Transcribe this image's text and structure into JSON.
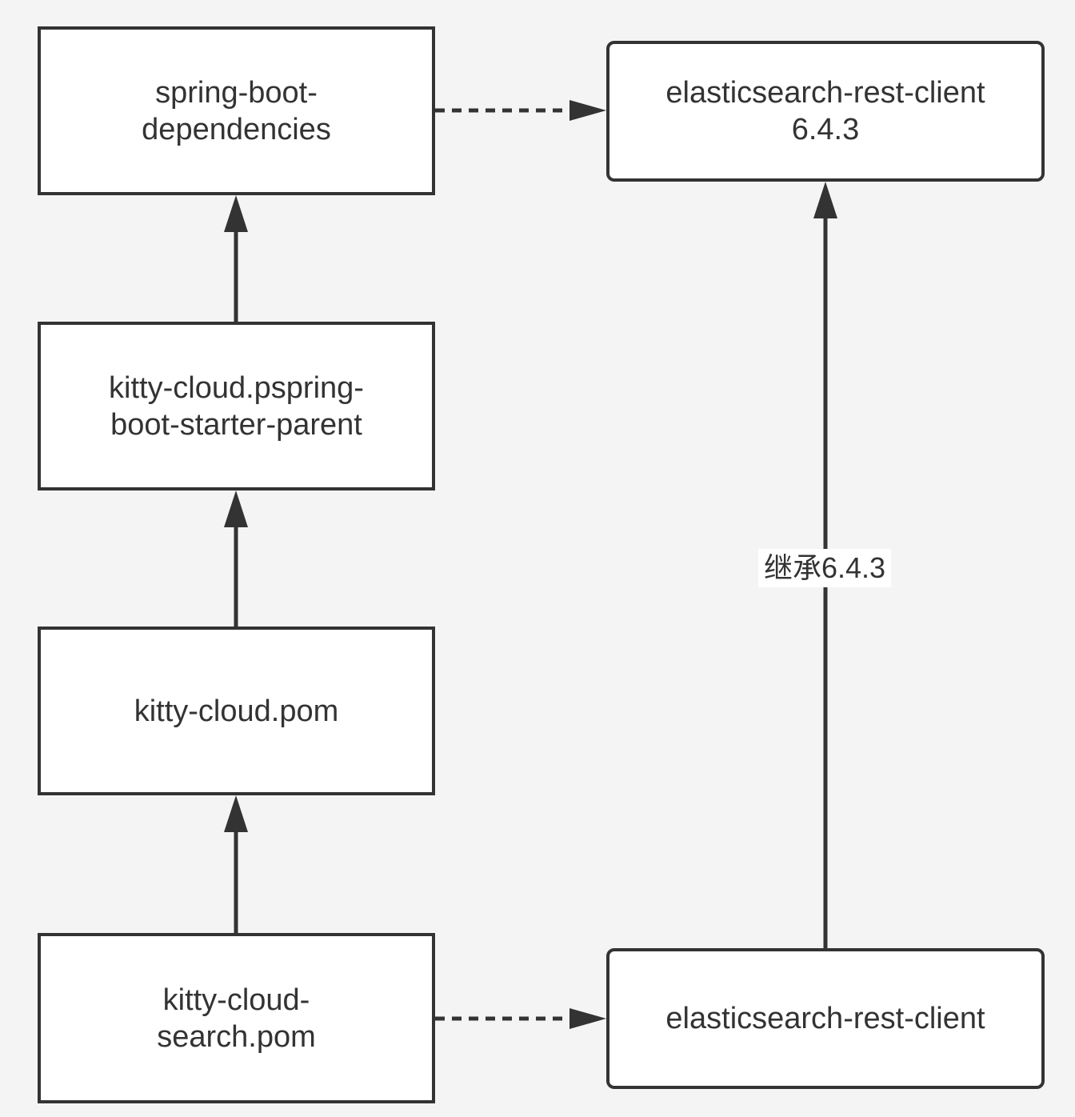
{
  "colors": {
    "background": "#f4f4f4",
    "node_fill": "#ffffff",
    "stroke": "#333333",
    "text": "#333333"
  },
  "nodes": {
    "spring_boot_dependencies": "spring-boot-\ndependencies",
    "kitty_cloud_parent": "kitty-cloud.pspring-\nboot-starter-parent",
    "kitty_cloud_pom": "kitty-cloud.pom",
    "kitty_cloud_search_pom": "kitty-cloud-\nsearch.pom",
    "elasticsearch_643": "elasticsearch-rest-client\n6.4.3",
    "elasticsearch_client": "elasticsearch-rest-client"
  },
  "edges": [
    {
      "from": "kitty_cloud_parent",
      "to": "spring_boot_dependencies",
      "style": "solid"
    },
    {
      "from": "kitty_cloud_pom",
      "to": "kitty_cloud_parent",
      "style": "solid"
    },
    {
      "from": "kitty_cloud_search_pom",
      "to": "kitty_cloud_pom",
      "style": "solid"
    },
    {
      "from": "spring_boot_dependencies",
      "to": "elasticsearch_643",
      "style": "dashed"
    },
    {
      "from": "kitty_cloud_search_pom",
      "to": "elasticsearch_client",
      "style": "dashed"
    },
    {
      "from": "elasticsearch_client",
      "to": "elasticsearch_643",
      "style": "solid",
      "label": "继承6.4.3"
    }
  ]
}
